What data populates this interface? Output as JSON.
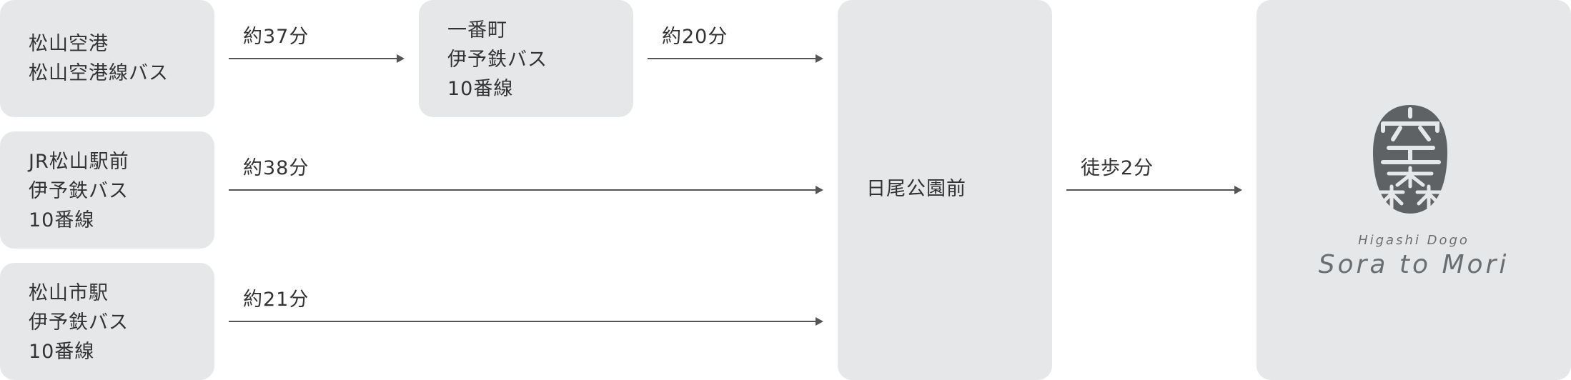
{
  "origins": [
    {
      "lines": [
        "松山空港",
        "松山空港線バス"
      ]
    },
    {
      "lines": [
        "JR松山駅前",
        "伊予鉄バス",
        "10番線"
      ]
    },
    {
      "lines": [
        "松山市駅",
        "伊予鉄バス",
        "10番線"
      ]
    }
  ],
  "transfer": {
    "lines": [
      "一番町",
      "伊予鉄バス",
      "10番線"
    ]
  },
  "durations": {
    "airport_to_ichibancho": "約37分",
    "ichibancho_to_hio": "約20分",
    "jr_to_hio": "約38分",
    "shieki_to_hio": "約21分",
    "walk": "徒歩2分"
  },
  "stop": {
    "name": "日尾公園前"
  },
  "destination": {
    "logo_name": "sora-to-mori-seal-logo",
    "subtitle": "Higashi Dogo",
    "title": "Sora to Mori"
  },
  "colors": {
    "box_bg": "#e6e7e9",
    "text": "#333333",
    "arrow": "#555555",
    "logo": "#6b6e70"
  }
}
